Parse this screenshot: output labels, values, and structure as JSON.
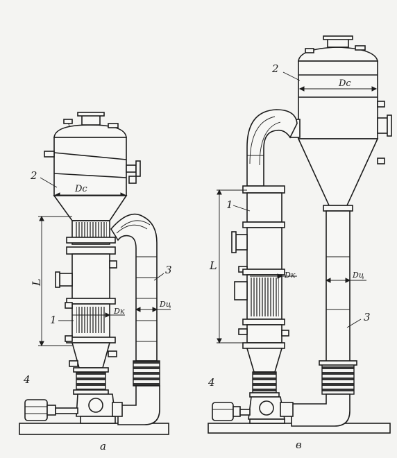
{
  "labels": {
    "a": {
      "part1": "1",
      "part2": "2",
      "part3": "3",
      "part4": "4",
      "dc": "Dс",
      "dk": "Dк",
      "dcc": "Dц",
      "length": "L",
      "caption": "а"
    },
    "b": {
      "part1": "1",
      "part2": "2",
      "part3": "3",
      "part4": "4",
      "dc": "Dс",
      "dk": "Dк",
      "dcc": "Dц",
      "length": "L",
      "caption": "в"
    }
  }
}
